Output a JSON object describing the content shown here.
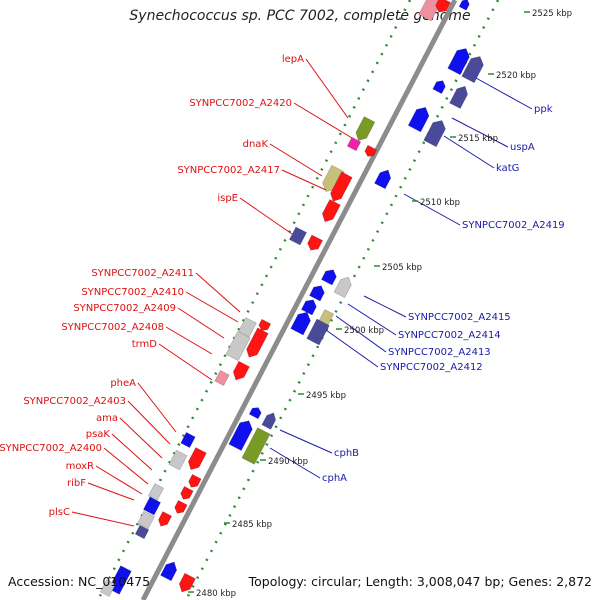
{
  "title": "Synechococcus sp. PCC 7002, complete genome",
  "accession": "Accession: NC_010475",
  "topology": "Topology: circular; Length: 3,008,047 bp; Genes: 2,872",
  "colors": {
    "backbone": "#8c8c8c",
    "tick_dots": "#2e8b2e",
    "left_label": "#dd1111",
    "right_label": "#1a1aaa",
    "red_gene": "#ff1414",
    "blue_gene": "#1010ee",
    "gray_gene": "#c8c8c8",
    "olive_gene": "#7a9a28",
    "khaki_gene": "#c8c07a",
    "slate_gene": "#4a4a9a",
    "pink_gene": "#ee90a0",
    "magenta_gene": "#ee22aa"
  },
  "kbp_markers": [
    "2525 kbp",
    "2520 kbp",
    "2515 kbp",
    "2510 kbp",
    "2505 kbp",
    "2500 kbp",
    "2495 kbp",
    "2490 kbp",
    "2485 kbp",
    "2480 kbp"
  ],
  "left_labels": [
    "lepA",
    "SYNPCC7002_A2420",
    "dnaK",
    "SYNPCC7002_A2417",
    "ispE",
    "SYNPCC7002_A2411",
    "SYNPCC7002_A2410",
    "SYNPCC7002_A2409",
    "SYNPCC7002_A2408",
    "trmD",
    "pheA",
    "SYNPCC7002_A2403",
    "ama",
    "psaK",
    "SYNPCC7002_A2400",
    "moxR",
    "ribF",
    "plsC"
  ],
  "right_labels": [
    "ppk",
    "uspA",
    "katG",
    "SYNPCC7002_A2419",
    "SYNPCC7002_A2415",
    "SYNPCC7002_A2414",
    "SYNPCC7002_A2413",
    "SYNPCC7002_A2412",
    "cphB",
    "cphA"
  ]
}
